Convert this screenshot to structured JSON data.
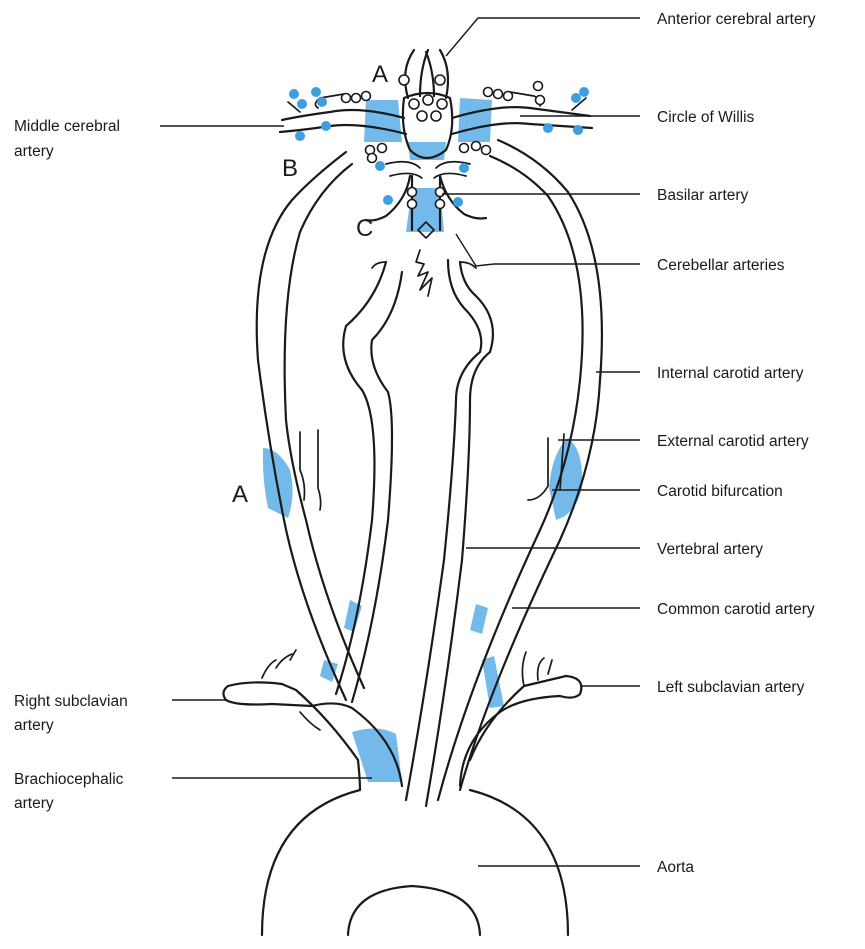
{
  "labels": {
    "anterior_cerebral": "Anterior cerebral artery",
    "middle_cerebral_1": "Middle cerebral",
    "middle_cerebral_2": "artery",
    "circle_of_willis": "Circle of Willis",
    "basilar": "Basilar artery",
    "cerebellar": "Cerebellar arteries",
    "internal_carotid": "Internal carotid artery",
    "external_carotid": "External carotid artery",
    "carotid_bifurcation": "Carotid bifurcation",
    "vertebral": "Vertebral artery",
    "common_carotid": "Common carotid artery",
    "right_subclavian_1": "Right subclavian",
    "right_subclavian_2": "artery",
    "left_subclavian": "Left subclavian artery",
    "brachiocephalic_1": "Brachiocephalic",
    "brachiocephalic_2": "artery",
    "aorta": "Aorta"
  },
  "markers": {
    "a_top": "A",
    "b": "B",
    "c": "C",
    "a_neck": "A"
  },
  "colors": {
    "highlight": "#5aaee6",
    "dot": "#3d9ee0",
    "line": "#1a1a1a"
  }
}
